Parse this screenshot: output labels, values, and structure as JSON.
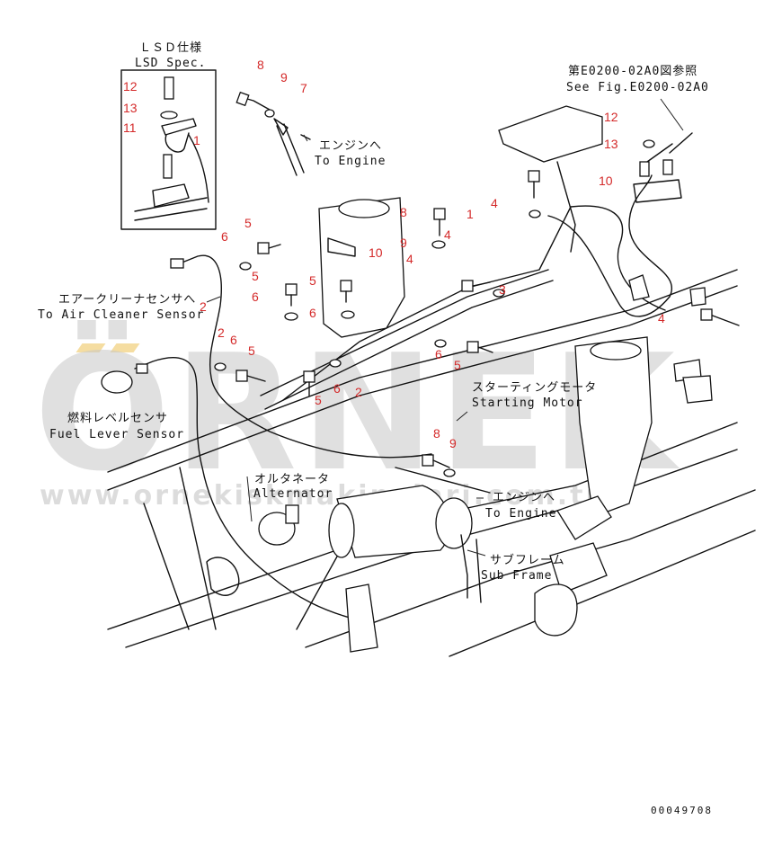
{
  "labels": {
    "lsd_jp": "ＬＳＤ仕様",
    "lsd_en": "LSD Spec.",
    "see_fig_jp": "第E0200-02A0図参照",
    "see_fig_en": "See Fig.E0200-02A0",
    "engine1_jp": "エンジンへ",
    "engine1_en": "To Engine",
    "air_jp": "エアークリーナセンサへ",
    "air_en": "To Air Cleaner Sensor",
    "fuel_jp": "燃料レベルセンサ",
    "fuel_en": "Fuel Lever Sensor",
    "starting_jp": "スターティングモータ",
    "starting_en": "Starting Motor",
    "alternator_jp": "オルタネータ",
    "alternator_en": "Alternator",
    "engine2_jp": "エンジンへ",
    "engine2_en": "To Engine",
    "subframe_jp": "サブフレーム",
    "subframe_en": "Sub Frame"
  },
  "callouts": [
    "12",
    "13",
    "11",
    "1",
    "8",
    "9",
    "7",
    "12",
    "13",
    "10",
    "5",
    "6",
    "5",
    "2",
    "6",
    "5",
    "6",
    "5",
    "8",
    "9",
    "4",
    "10",
    "4",
    "1",
    "4",
    "3",
    "6",
    "5",
    "4",
    "5",
    "2",
    "6",
    "2",
    "6",
    "5",
    "8",
    "9"
  ],
  "watermark": {
    "brand": "ÖRNEK",
    "url": "www.ornekiskmakinalari.com.tr"
  },
  "drawing_code": "00049708",
  "colors": {
    "callout": "#d42a2a",
    "line": "#111111",
    "watermark": "#c8c8c8",
    "accent": "#f3d58a"
  }
}
